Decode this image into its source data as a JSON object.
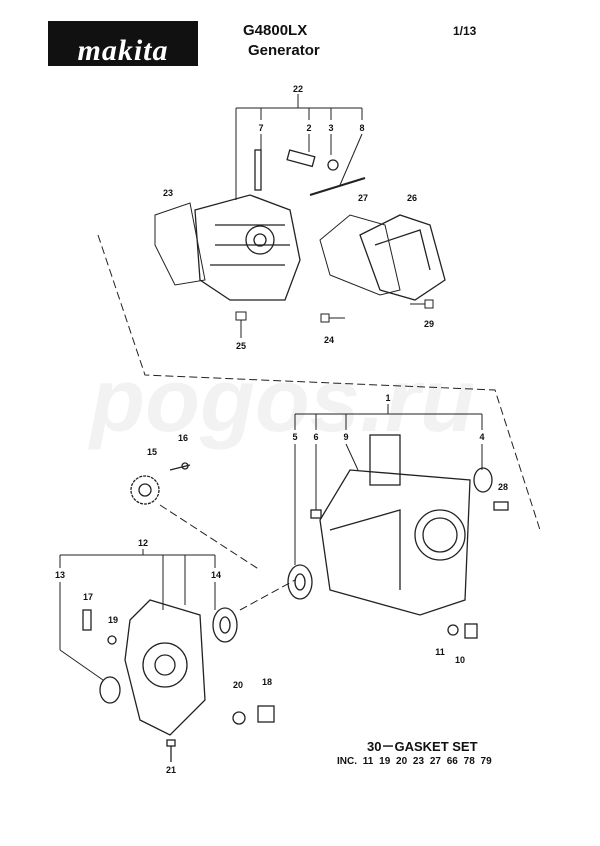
{
  "header": {
    "brand": "makita",
    "model": "G4800LX",
    "product": "Generator",
    "page": "1/13"
  },
  "watermark": "pogos.ru",
  "callouts": {
    "c1": "1",
    "c2": "2",
    "c3": "3",
    "c4": "4",
    "c5": "5",
    "c6": "6",
    "c7": "7",
    "c8": "8",
    "c9": "9",
    "c10": "10",
    "c11": "11",
    "c12": "12",
    "c13": "13",
    "c14": "14",
    "c15": "15",
    "c16": "16",
    "c17": "17",
    "c18": "18",
    "c19": "19",
    "c20": "20",
    "c21": "21",
    "c22": "22",
    "c23": "23",
    "c24": "24",
    "c25": "25",
    "c26": "26",
    "c27": "27",
    "c28": "28",
    "c29": "29"
  },
  "gasket_set": {
    "title": "30－GASKET SET",
    "includes": "INC. 11  19  20  23  27  66  78  79"
  }
}
